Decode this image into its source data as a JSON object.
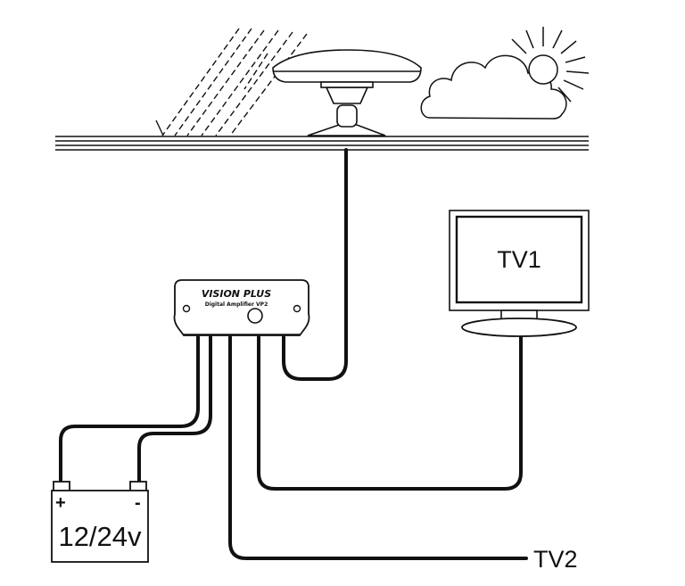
{
  "amplifier": {
    "brand": "VISION PLUS",
    "model": "Digital Amplifier VP2"
  },
  "tv1": {
    "label": "TV1"
  },
  "tv2": {
    "label": "TV2"
  },
  "battery": {
    "voltage": "12/24v",
    "positive": "+",
    "negative": "-"
  },
  "colors": {
    "line": "#111111",
    "background": "#ffffff"
  },
  "icons": [
    "rain-icon",
    "antenna-icon",
    "cloud-icon",
    "sun-icon",
    "tv-icon",
    "amplifier-icon",
    "battery-icon"
  ]
}
